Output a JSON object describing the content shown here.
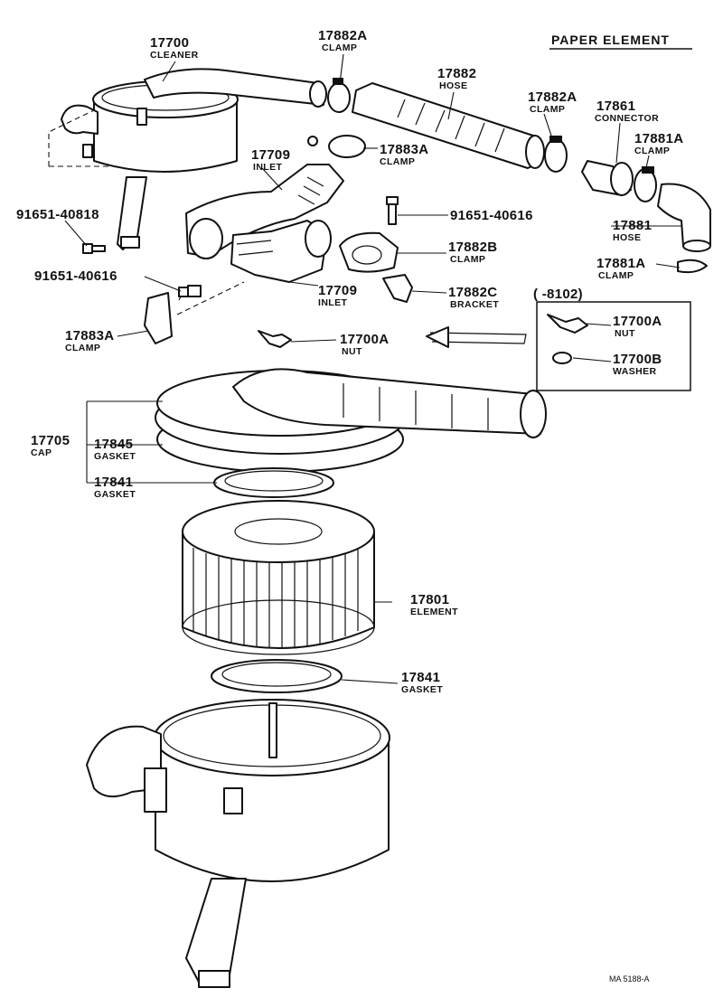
{
  "title": "PAPER ELEMENT",
  "drawing_code": "MA  5188-A",
  "inset": {
    "period": "(      -8102)"
  },
  "callouts": {
    "cleaner": {
      "number": "17700",
      "name": "CLEANER"
    },
    "clamp_a_top": {
      "number": "17882A",
      "name": "CLAMP"
    },
    "hose_17882": {
      "number": "17882",
      "name": "HOSE"
    },
    "clamp_a_mid": {
      "number": "17882A",
      "name": "CLAMP"
    },
    "connector": {
      "number": "17861",
      "name": "CONNECTOR"
    },
    "clamp_17881a": {
      "number": "17881A",
      "name": "CLAMP"
    },
    "clamp_17883a": {
      "number": "17883A",
      "name": "CLAMP"
    },
    "inlet_upper": {
      "number": "17709",
      "name": "INLET"
    },
    "bolt_right": {
      "number": "91651-40616"
    },
    "bolt_left_top": {
      "number": "91651-40818"
    },
    "hose_17881": {
      "number": "17881",
      "name": "HOSE"
    },
    "clamp_b": {
      "number": "17882B",
      "name": "CLAMP"
    },
    "clamp_17881a_2": {
      "number": "17881A",
      "name": "CLAMP"
    },
    "bolt_left_mid": {
      "number": "91651-40616"
    },
    "inlet_lower": {
      "number": "17709",
      "name": "INLET"
    },
    "bracket": {
      "number": "17882C",
      "name": "BRACKET"
    },
    "clamp_17883a_2": {
      "number": "17883A",
      "name": "CLAMP"
    },
    "nut_main": {
      "number": "17700A",
      "name": "NUT"
    },
    "nut_inset": {
      "number": "17700A",
      "name": "NUT"
    },
    "washer_inset": {
      "number": "17700B",
      "name": "WASHER"
    },
    "cap": {
      "number": "17705",
      "name": "CAP"
    },
    "gasket_cap": {
      "number": "17845",
      "name": "GASKET"
    },
    "gasket_upper": {
      "number": "17841",
      "name": "GASKET"
    },
    "element": {
      "number": "17801",
      "name": "ELEMENT"
    },
    "gasket_lower": {
      "number": "17841",
      "name": "GASKET"
    }
  }
}
